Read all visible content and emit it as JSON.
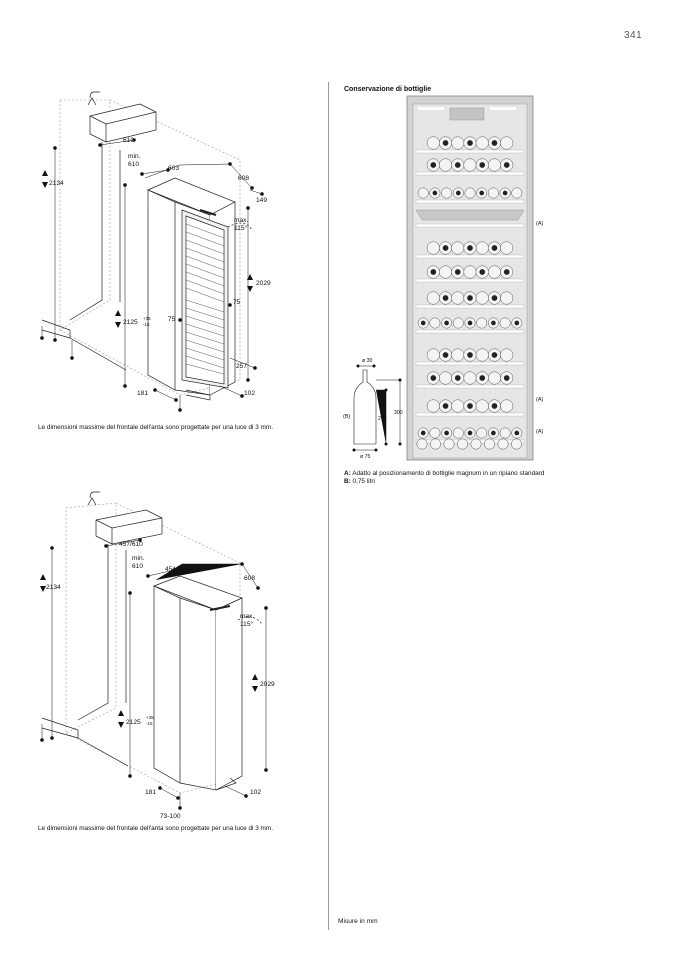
{
  "page_number": "341",
  "diagram1": {
    "labels": {
      "d610": "610",
      "min_label": "min.",
      "min610": "610",
      "d603": "603",
      "d608": "608",
      "d2134": "2134",
      "d149": "149",
      "max_label": "max.",
      "angle": "115°",
      "d2029": "2029",
      "d75a": "75",
      "d75b": "75",
      "d2125": "2125",
      "tol_plus": "+35",
      "tol_minus": "-15",
      "d257": "257",
      "d181": "181",
      "d102": "102"
    },
    "caption": "Le dimensioni massime del frontale dell'anta sono progettate per una luce di 3 mm."
  },
  "diagram2": {
    "labels": {
      "d457": "457/610",
      "min_label": "min.",
      "min610": "610",
      "d451": "451/603",
      "d608": "608",
      "d2134": "2134",
      "max_label": "max.",
      "angle": "115°",
      "d2029": "2029",
      "d2125": "2125",
      "tol_plus": "+35",
      "tol_minus": "-15",
      "d181": "181",
      "d102": "102",
      "d73": "73-100"
    },
    "caption": "Le dimensioni massime del frontale dell'anta sono progettate per una luce di 3 mm."
  },
  "bottles": {
    "title": "Conservazione di bottiglie",
    "label_A": "(A)",
    "label_B": "(B)",
    "dim_30": "ø 30",
    "dim_75": "ø 75",
    "dim_300": "300",
    "dim_215": "215",
    "legend": [
      {
        "key": "A:",
        "text": "Adatto al posizionamento di bottiglie magnum in un ripiano standard"
      },
      {
        "key": "B:",
        "text": "0,75 litri"
      }
    ]
  },
  "footer": "Misure in mm"
}
